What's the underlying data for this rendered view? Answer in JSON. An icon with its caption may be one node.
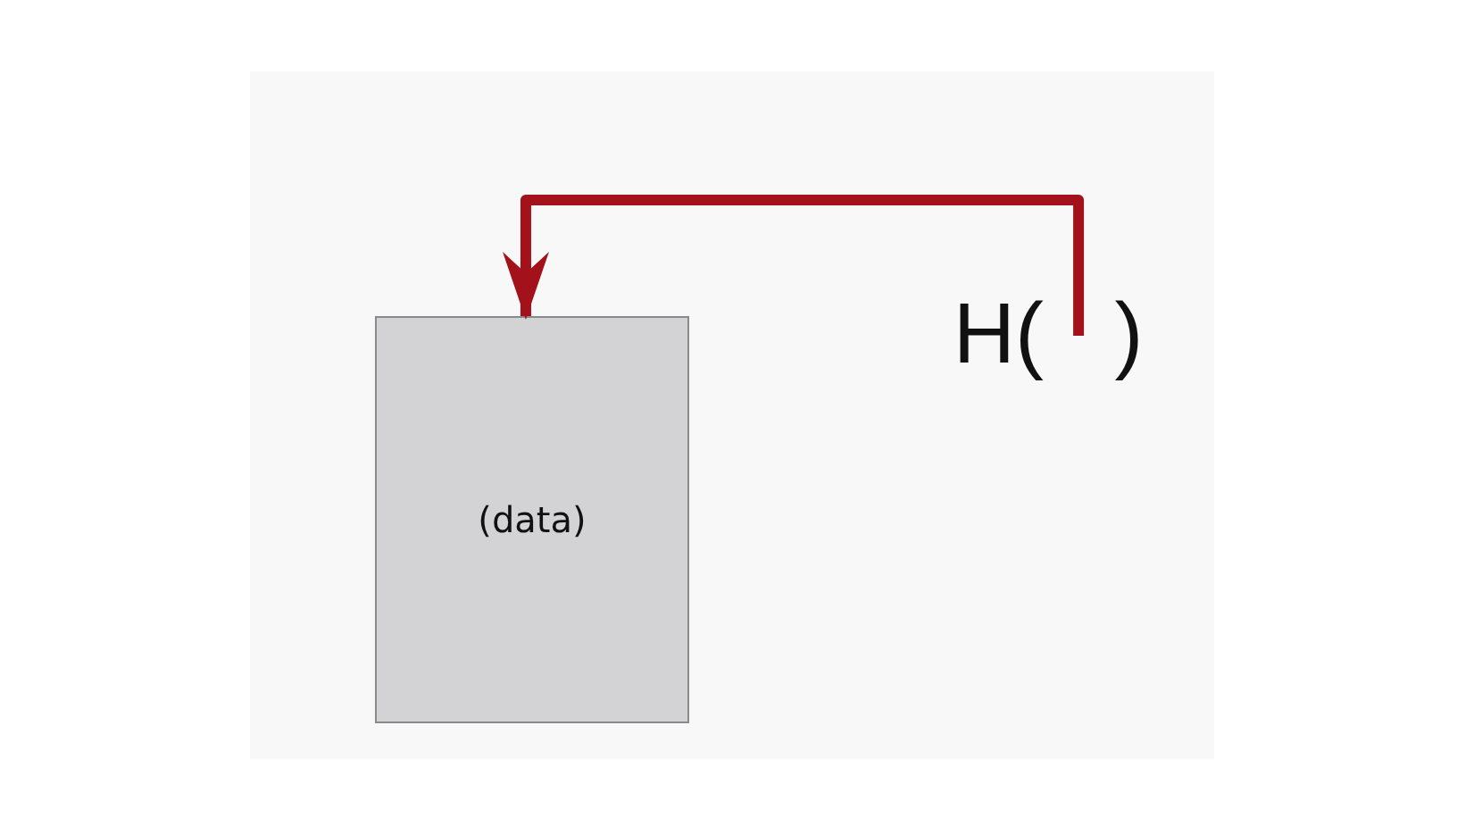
{
  "diagram": {
    "nodes": [
      {
        "text": [
          "(data)"
        ]
      },
      {
        "text": [
          "H( )"
        ]
      }
    ],
    "edges": [
      {
        "from": 1,
        "to": 0,
        "arrow": "to"
      }
    ]
  }
}
